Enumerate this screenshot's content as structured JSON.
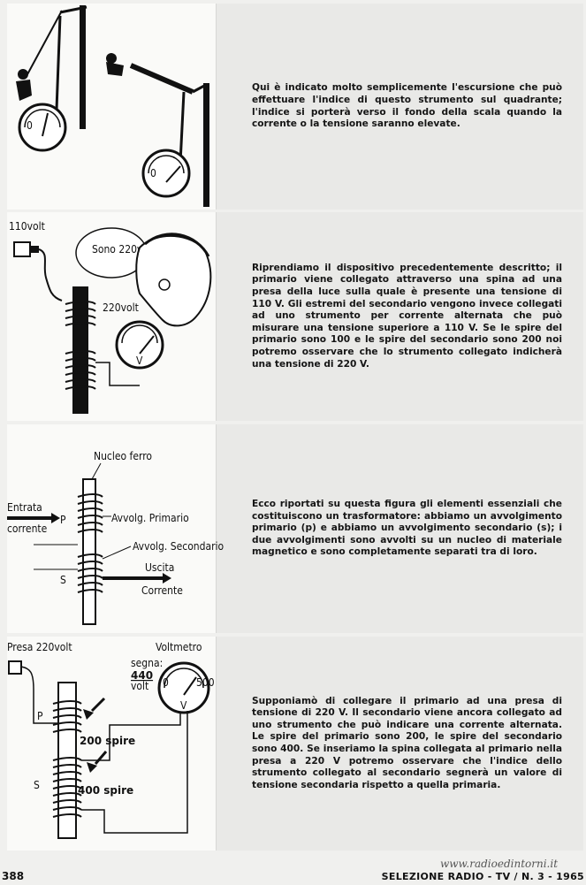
{
  "panels": [
    {
      "text": "Qui è indicato molto semplicemente l'escursione che può effettuare l'indice di questo strumento sul quadrante; l'indice si porterà verso il fondo della scala quando la corrente o la tensione saranno elevate.",
      "labels": {}
    },
    {
      "text": "Riprendiamo il dispositivo precedentemente descritto; il primario viene collegato attraverso una spina ad una presa della luce sulla quale è presente una tensione di 110 V. Gli estremi del secondario vengono invece collegati ad uno strumento per corrente alternata che può misurare una tensione superiore a 110 V. Se le spire del primario sono 100 e le spire del secondario sono 200 noi potremo osservare che lo strumento collegato indicherà una tensione di 220 V.",
      "labels": {
        "input": "110volt",
        "bubble": "Sono 220volt!",
        "meter": "220volt",
        "meter_letter": "V"
      }
    },
    {
      "text": "Ecco riportati su questa figura gli elementi essenziali che costituiscono un trasformatore: abbiamo un avvolgimento primario (p) e abbiamo un avvolgimento secondario (s); i due avvolgimenti sono avvolti su un nucleo di materiale magnetico e sono completamente separati tra di loro.",
      "labels": {
        "core": "Nucleo ferro",
        "input_line1": "Entrata",
        "input_line2": "corrente",
        "p": "P",
        "primary": "Avvolg. Primario",
        "secondary": "Avvolg. Secondario",
        "output_line1": "Uscita",
        "output_line2": "Corrente",
        "s": "S"
      }
    },
    {
      "text": "Supponiamò di collegare il primario ad una presa di tensione di 220 V. Il secondario viene ancora collegato ad uno strumento che può indicare una corrente alternata. Le spire del primario sono 200, le spire del secondario sono 400. Se inseriamo la spina collegata al primario nella presa a 220 V potremo osservare che l'indice dello strumento collegato al secondario segnerà un valore di tensione secondaria rispetto a quella primaria.",
      "labels": {
        "socket": "Presa 220volt",
        "voltmeter": "Voltmetro",
        "reads": "segna:",
        "value": "440",
        "unit": "volt",
        "p": "P",
        "primary_turns": "200 spire",
        "s": "S",
        "secondary_turns": "400 spire",
        "scale_min": "0",
        "scale_max": "500",
        "meter_letter": "V"
      }
    }
  ],
  "footer": {
    "page_number": "388",
    "watermark": "www.radioedintorni.it",
    "magazine": "SELEZIONE RADIO - TV / N. 3 - 1965"
  }
}
